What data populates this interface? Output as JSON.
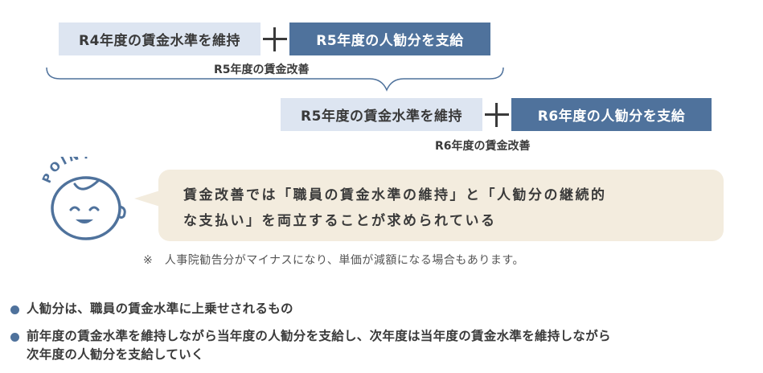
{
  "row1": {
    "left_box": "R4年度の賃金水準を維持",
    "right_box": "R5年度の人勧分を支給",
    "caption": "R5年度の賃金改善"
  },
  "row2": {
    "left_box": "R5年度の賃金水準を維持",
    "right_box": "R6年度の人勧分を支給",
    "caption": "R6年度の賃金改善"
  },
  "point": {
    "label": "POINT",
    "line1": "賃金改善では「職員の賃金水準の維持」と「人勧分の継続的",
    "line2": "な支払い」を両立することが求められている"
  },
  "note": "※　人事院勧告分がマイナスになり、単価が減額になる場合もあります。",
  "bullets": [
    {
      "text": "人勧分は、職員の賃金水準に上乗せされるもの"
    },
    {
      "line1": "前年度の賃金水準を維持しながら当年度の人勧分を支給し、次年度は当年度の賃金水準を維持しながら",
      "line2": "次年度の人勧分を支給していく"
    }
  ],
  "colors": {
    "light_box": "#dde5f1",
    "dark_box": "#4f729c",
    "bubble": "#f3ecde",
    "icon": "#4f729c"
  },
  "icons": {
    "mascot": "smiling-face-icon",
    "plus": "plus-icon",
    "brace": "curly-brace"
  }
}
